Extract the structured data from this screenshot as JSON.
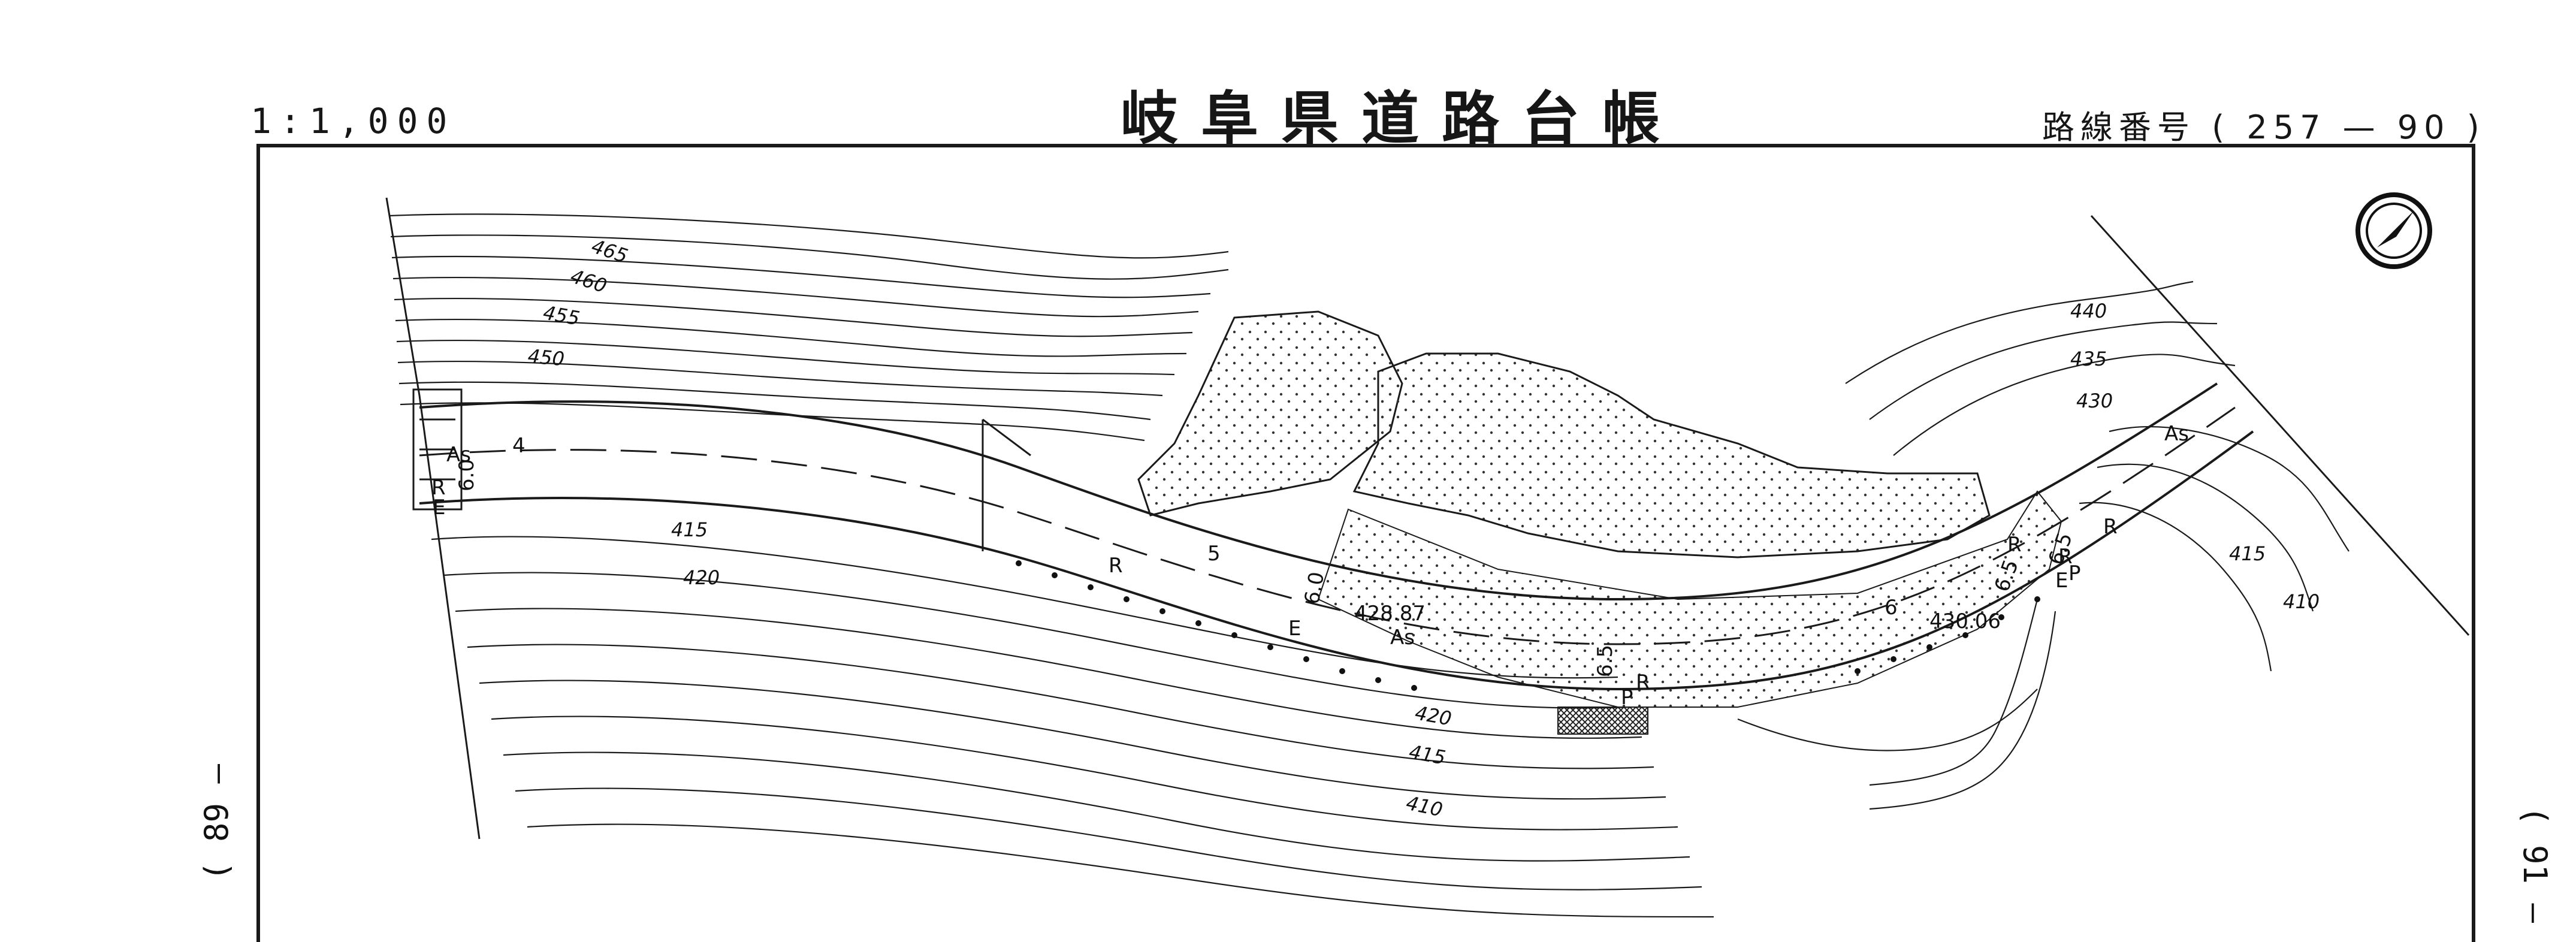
{
  "header": {
    "scale": "1:1,000",
    "title": "岐阜県道路台帳",
    "route_number": "路線番号 ( 257 — 90 )"
  },
  "side_refs": {
    "left": "( 89 —",
    "right": "( 91 —"
  },
  "map": {
    "contour_labels": [
      "465",
      "460",
      "455",
      "450",
      "415",
      "420",
      "420",
      "415",
      "410",
      "440",
      "435",
      "430",
      "415",
      "410"
    ],
    "road_labels": {
      "surface_left": "As",
      "surface_center": "As",
      "surface_right": "As",
      "width_left": "6.0",
      "width_center": "6.0",
      "width_mid": "6.5",
      "width_right_a": "6.5",
      "width_right_b": "6.5",
      "station_4": "4",
      "station_5": "5",
      "station_6": "6",
      "elevation_1": "428.87",
      "elevation_2": "430.06",
      "r_markers": [
        "R",
        "R",
        "R",
        "R",
        "R",
        "R"
      ],
      "e_markers": [
        "E",
        "E",
        "E"
      ],
      "p_markers": [
        "P",
        "P"
      ]
    },
    "north_arrow_icon": "north-arrow-icon",
    "colors": {
      "ink": "#1a1a1a",
      "paper": "#ffffff",
      "hatch": "#333333"
    }
  }
}
